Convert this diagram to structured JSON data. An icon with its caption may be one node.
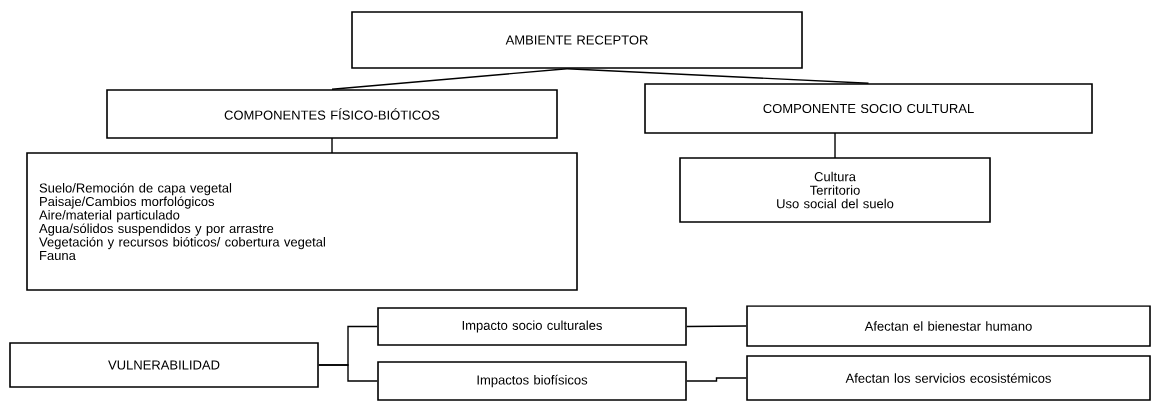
{
  "diagram": {
    "nodes": [
      {
        "text": [
          "AMBIENTE  RECEPTOR"
        ]
      },
      {
        "text": [
          "COMPONENTES  FÍSICO-BIÓTICOS"
        ]
      },
      {
        "text": [
          "COMPONENTE  SOCIO CULTURAL"
        ]
      },
      {
        "text": [
          "Suelo/Remoción de capa vegetal",
          "Paisaje/Cambios morfológicos",
          "Aire/material particulado",
          "Agua/sólidos  suspendidos  y por arrastre",
          "Vegetación y recursos bióticos/ cobertura vegetal",
          "Fauna"
        ]
      },
      {
        "text": [
          "Cultura",
          "Territorio",
          "Uso social del suelo"
        ]
      },
      {
        "text": [
          "VULNERABILIDAD"
        ]
      },
      {
        "text": [
          "Impacto  socio culturales"
        ]
      },
      {
        "text": [
          "Impactos biofísicos"
        ]
      },
      {
        "text": [
          "Afectan el bienestar humano"
        ]
      },
      {
        "text": [
          "Afectan los servicios ecosistémicos"
        ]
      }
    ],
    "edges": [
      {
        "from": 0,
        "to": 1,
        "arrow": "none"
      },
      {
        "from": 0,
        "to": 2,
        "arrow": "none"
      },
      {
        "from": 1,
        "to": 3,
        "arrow": "none"
      },
      {
        "from": 2,
        "to": 4,
        "arrow": "none"
      },
      {
        "from": 5,
        "to": 6,
        "arrow": "none"
      },
      {
        "from": 5,
        "to": 7,
        "arrow": "none"
      },
      {
        "from": 6,
        "to": 8,
        "arrow": "none"
      },
      {
        "from": 7,
        "to": 9,
        "arrow": "none"
      }
    ]
  }
}
